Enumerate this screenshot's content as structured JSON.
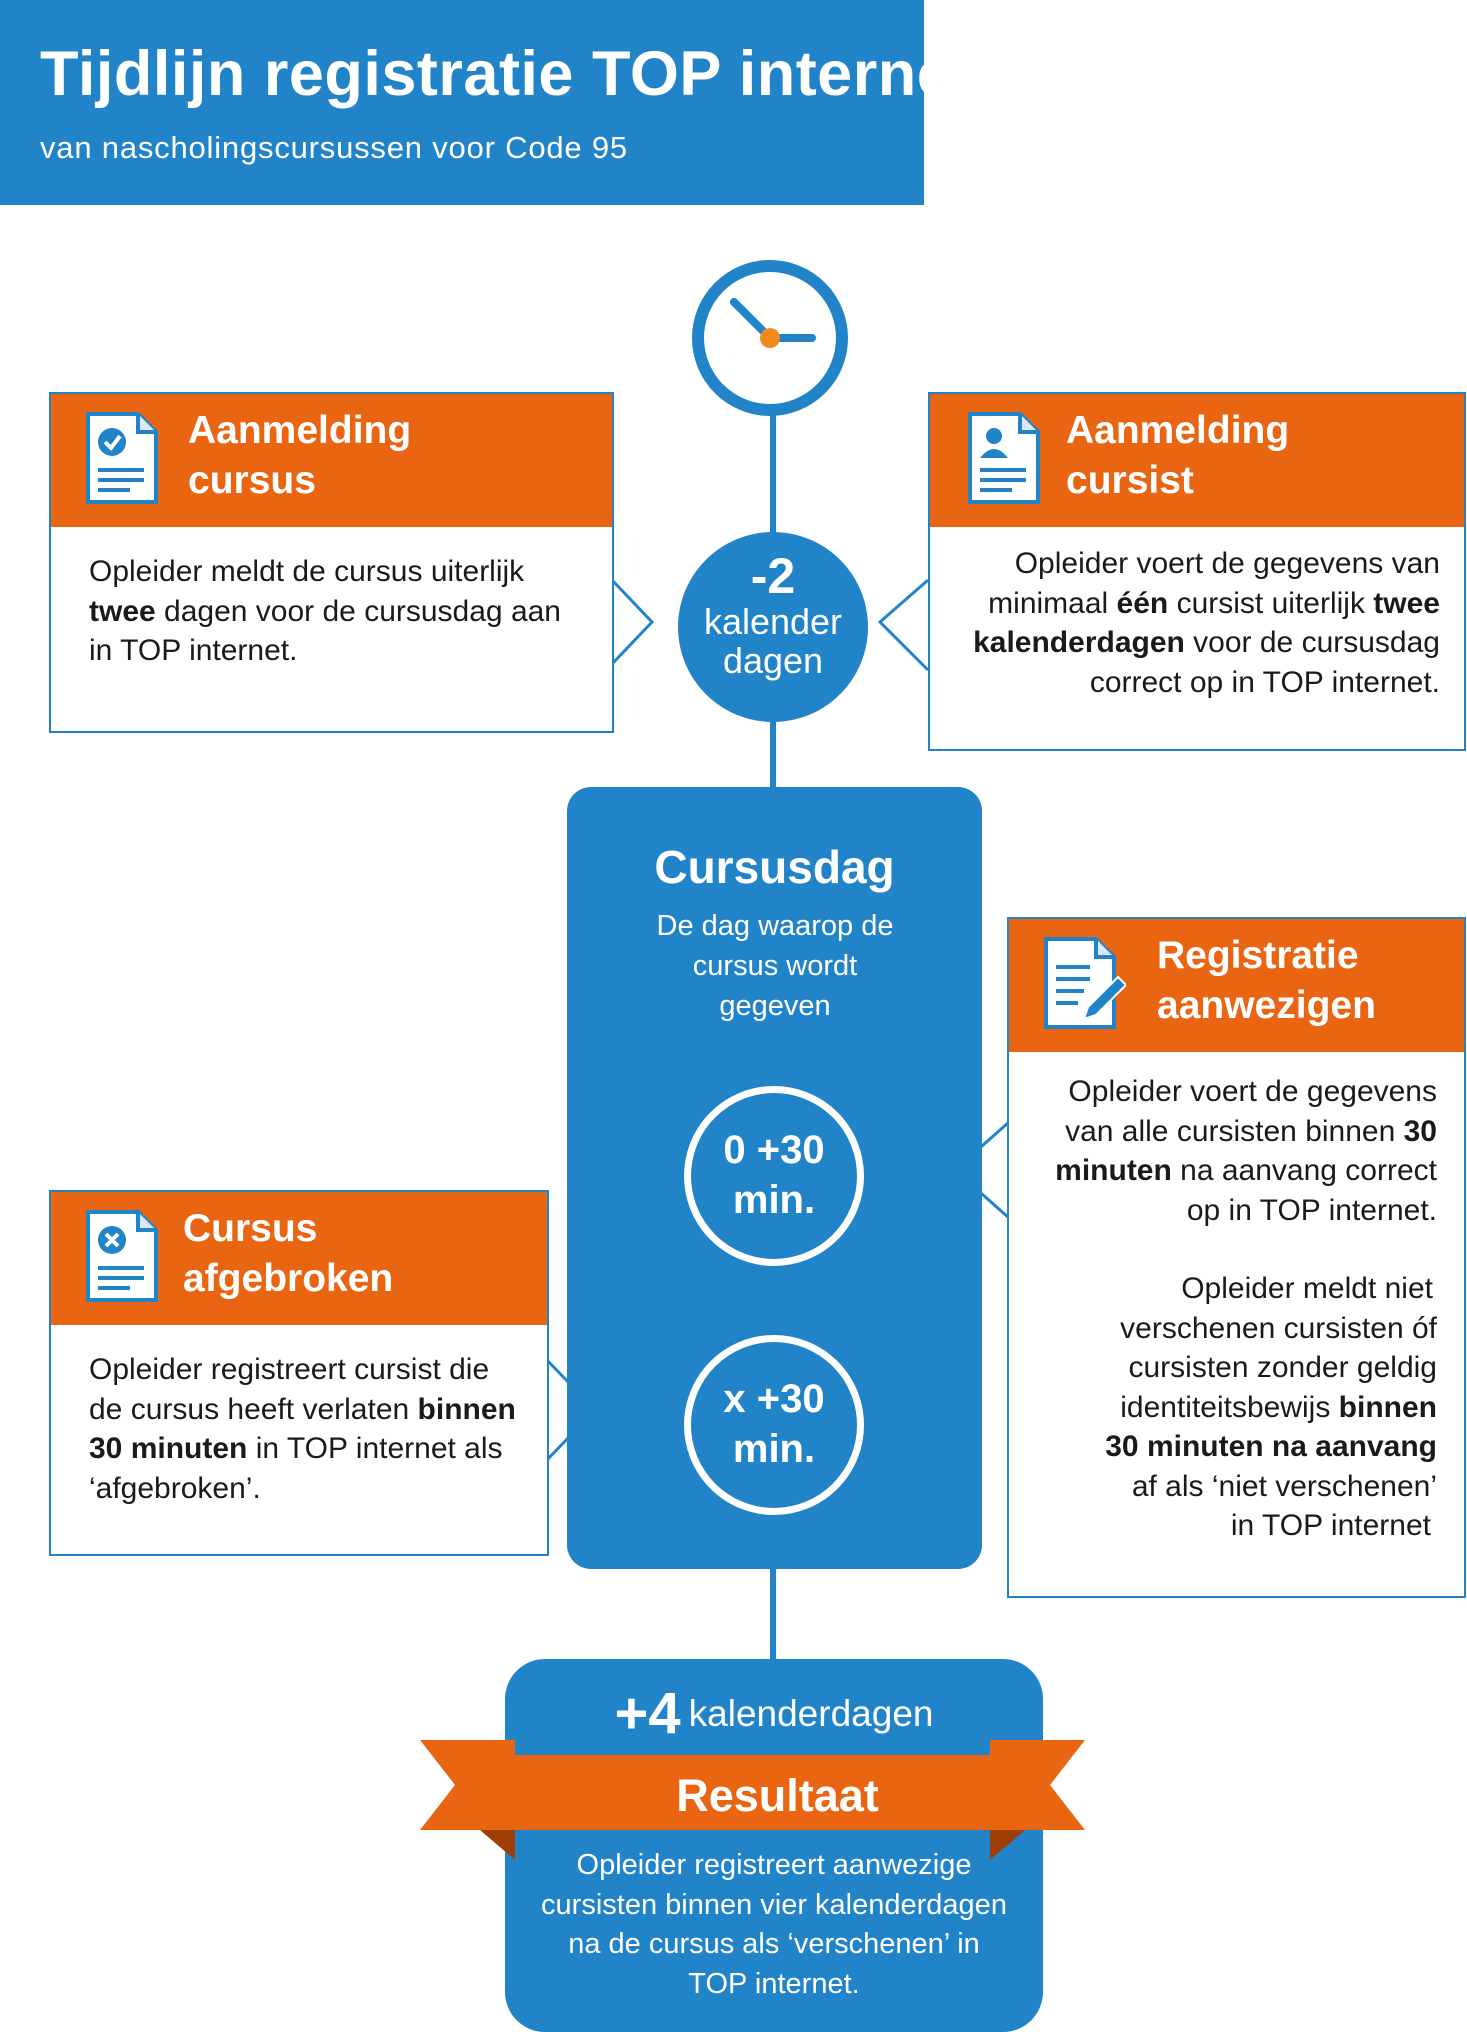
{
  "header": {
    "title": "Tijdlijn registratie TOP internet",
    "subtitle": "van nascholingscursussen voor Code 95"
  },
  "colors": {
    "blue": "#2184c8",
    "orange": "#ea6512",
    "white": "#ffffff",
    "clock_dot": "#f08a1c"
  },
  "icons": {
    "clock": "clock-icon",
    "aanmelding_cursus": "document-check-icon",
    "aanmelding_cursist": "document-person-icon",
    "registratie": "document-pencil-icon",
    "afgebroken": "document-cross-icon"
  },
  "milestone_minus2": {
    "value": "-2",
    "line1": "kalender",
    "line2": "dagen"
  },
  "aanmelding_cursus": {
    "title1": "Aanmelding",
    "title2": "cursus",
    "l1": "Opleider meldt de cursus uiterlijk",
    "l2_b": "twee",
    "l2": " dagen voor de cursusdag aan",
    "l3": "in TOP internet."
  },
  "aanmelding_cursist": {
    "title1": "Aanmelding",
    "title2": "cursist",
    "l1": "Opleider voert de gegevens van",
    "l2_a": "minimaal ",
    "l2_b": "één",
    "l2_c": " cursist uiterlijk ",
    "l2_d": "twee",
    "l3_b": "kalenderdagen",
    "l3": " voor de cursusdag",
    "l4": "correct op in TOP internet."
  },
  "cursusdag": {
    "title": "Cursusdag",
    "d1": "De dag waarop de",
    "d2": "cursus wordt",
    "d3": "gegeven",
    "ring1_l1": "0 +30",
    "ring1_l2": "min.",
    "ring2_l1": "x +30",
    "ring2_l2": "min."
  },
  "registratie": {
    "title1": "Registratie",
    "title2": "aanwezigen",
    "p1_l1": "Opleider voert de gegevens",
    "p1_l2": "van alle cursisten binnen ",
    "p1_l2_b": "30",
    "p1_l3_b": "minuten",
    "p1_l3": " na aanvang correct",
    "p1_l4": "op in TOP internet.",
    "p2_l1": "Opleider meldt niet",
    "p2_l2": "verschenen cursisten óf",
    "p2_l3": "cursisten zonder geldig",
    "p2_l4": "identiteitsbewijs ",
    "p2_l4_b": "binnen",
    "p2_l5_b": "30 minuten na aanvang",
    "p2_l6": "af als ‘niet verschenen’",
    "p2_l7": "in TOP internet"
  },
  "afgebroken": {
    "title1": "Cursus",
    "title2": "afgebroken",
    "l1": "Opleider registreert cursist die",
    "l2": "de cursus heeft verlaten ",
    "l2_b": "binnen",
    "l3_b": "30 minuten",
    "l3": " in TOP internet als",
    "l4": "‘afgebroken’."
  },
  "result": {
    "plus": "+4",
    "unit": "kalenderdagen",
    "label": "Resultaat",
    "t1": "Opleider registreert aanwezige",
    "t2": "cursisten binnen vier kalenderdagen",
    "t3": "na de cursus als ‘verschenen’ in",
    "t4": "TOP internet."
  }
}
